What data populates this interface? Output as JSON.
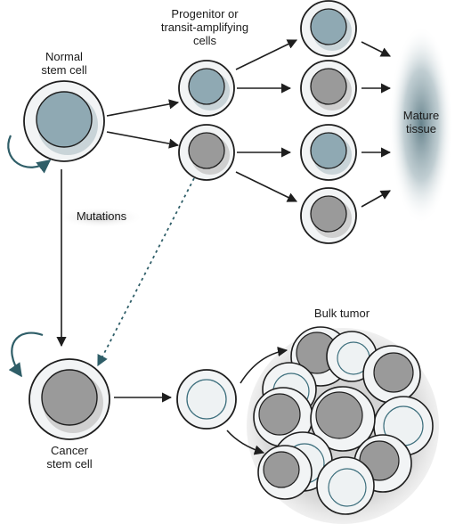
{
  "labels": {
    "normal_stem_cell": [
      "Normal",
      "stem cell"
    ],
    "progenitor": [
      "Progenitor or",
      "transit-amplifying",
      "cells"
    ],
    "mature_tissue": [
      "Mature",
      "tissue"
    ],
    "mutations": "Mutations",
    "cancer_stem_cell": [
      "Cancer",
      "stem cell"
    ],
    "bulk_tumor": "Bulk tumor"
  },
  "colors": {
    "outline": "#1e1e1e",
    "cytoplasm": "#f2f4f5",
    "cell_shadow": "#c9d0d3",
    "nucleus_teal": "#8fa9b3",
    "nucleus_gray": "#9a9a9a",
    "teal_rim": "#3d6f7d",
    "tissue_gradient": "#607c86",
    "tumor_halo": "#d4d4d4",
    "curved_arrow": "#2f5e68",
    "dotted_arrow": "#2f5e68"
  }
}
